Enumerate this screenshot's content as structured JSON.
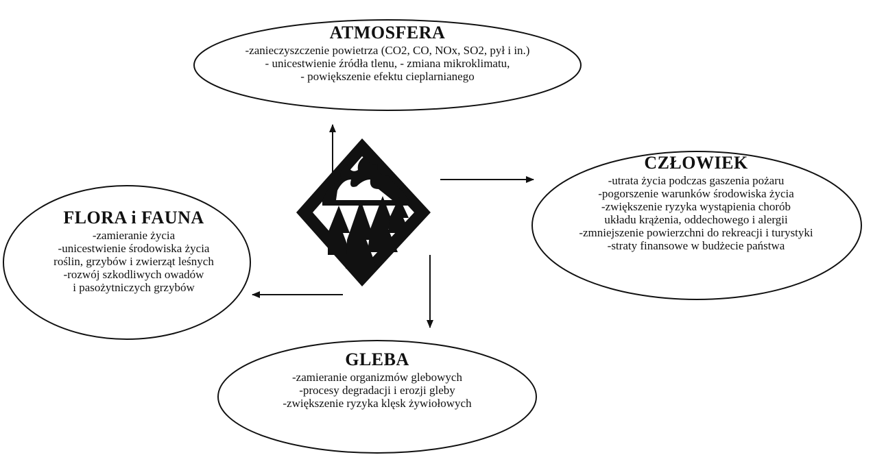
{
  "nodes": {
    "atmosfera": {
      "title": "ATMOSFERA",
      "lines": [
        "-zanieczyszczenie powietrza (CO2, CO, NOx, SO2, pył i in.)",
        "- unicestwienie źródła tlenu,   - zmiana mikroklimatu,",
        "- powiększenie efektu cieplarnianego"
      ]
    },
    "czlowiek": {
      "title": "CZŁOWIEK",
      "lines": [
        "-utrata życia podczas gaszenia pożaru",
        "-pogorszenie warunków środowiska życia",
        "-zwiększenie ryzyka wystąpienia chorób",
        "układu krążenia, oddechowego i alergii",
        "-zmniejszenie powierzchni do rekreacji i turystyki",
        "-straty finansowe w budżecie państwa"
      ]
    },
    "flora": {
      "title": "FLORA i FAUNA",
      "lines": [
        "-zamieranie życia",
        "-unicestwienie środowiska życia",
        "roślin, grzybów i zwierząt leśnych",
        "-rozwój szkodliwych owadów",
        "i pasożytniczych grzybów"
      ]
    },
    "gleba": {
      "title": "GLEBA",
      "lines": [
        "-zamieranie organizmów glebowych",
        "-procesy degradacji i erozji gleby",
        "-zwiększenie ryzyka klęsk żywiołowych"
      ]
    }
  },
  "center_icon": "forest-fire-icon",
  "colors": {
    "ink": "#111111",
    "background": "#ffffff"
  }
}
